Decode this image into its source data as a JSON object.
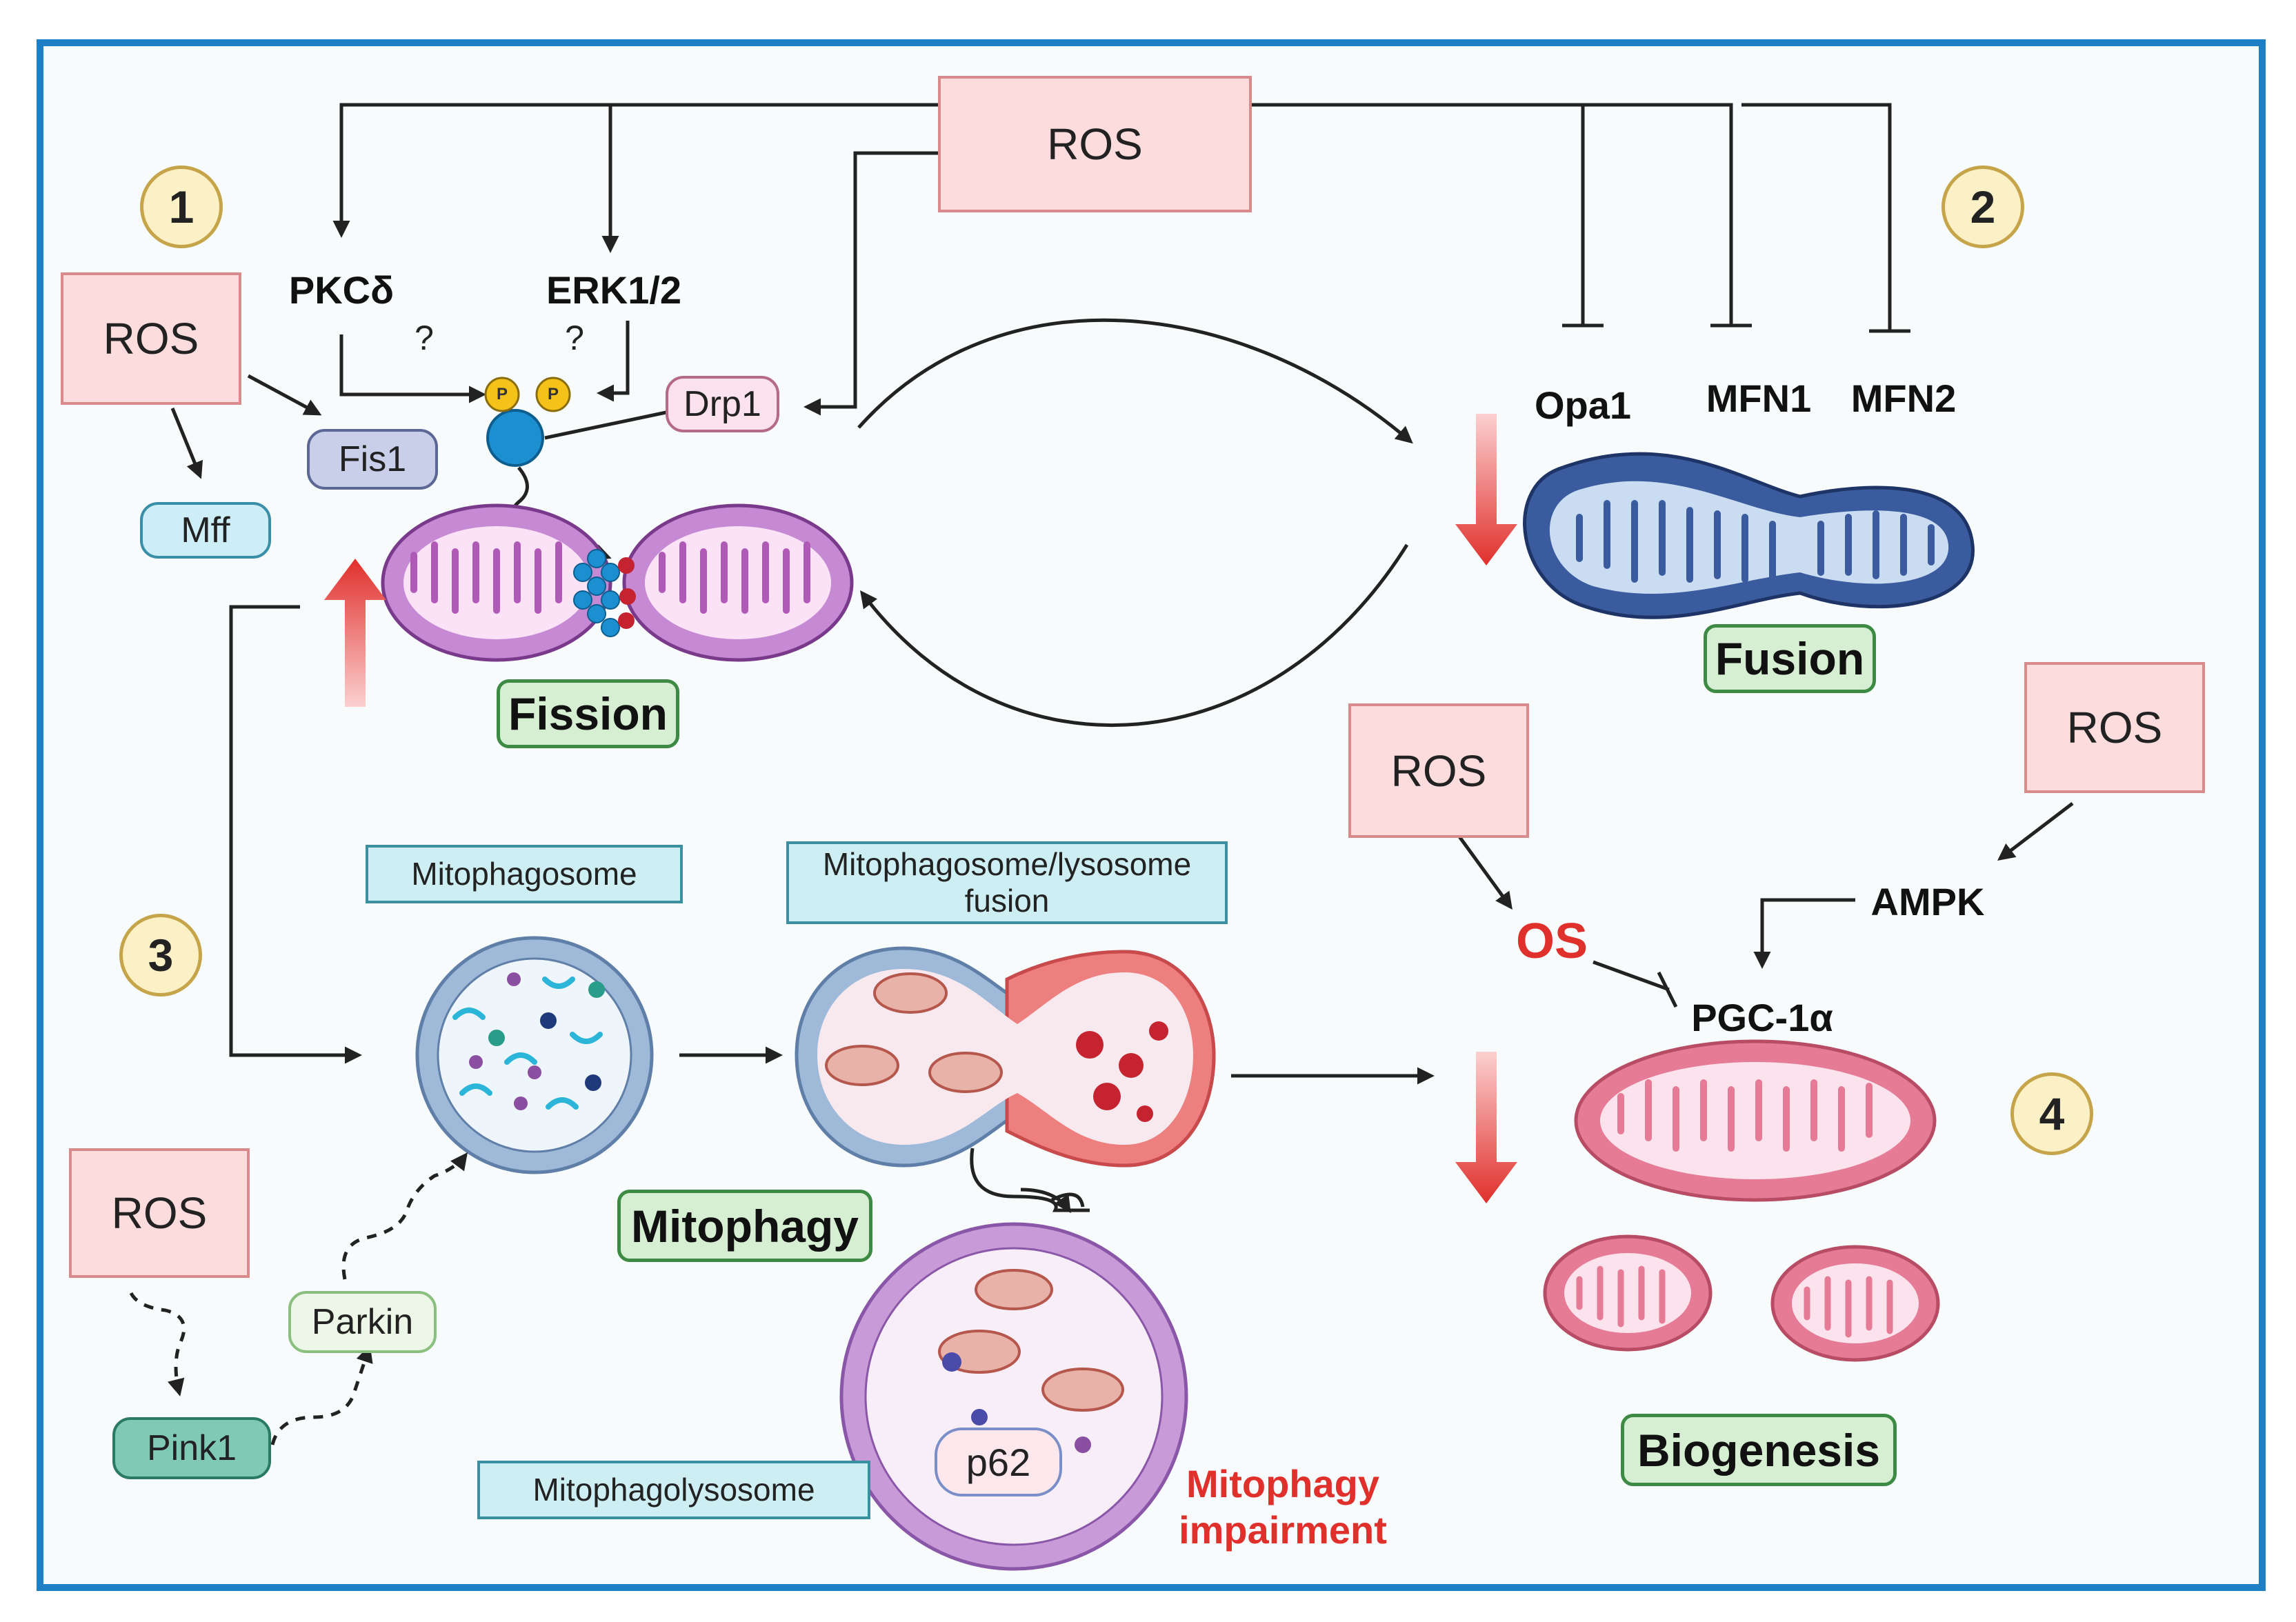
{
  "ros_label": "ROS",
  "numbers": [
    "1",
    "2",
    "3",
    "4"
  ],
  "question": "?",
  "phosphate": "P",
  "section1": {
    "pkc": "PKCδ",
    "erk": "ERK1/2",
    "drp1": "Drp1",
    "fis1": "Fis1",
    "mff": "Mff",
    "title": "Fission"
  },
  "section2": {
    "opa1": "Opa1",
    "mfn1": "MFN1",
    "mfn2": "MFN2",
    "title": "Fusion"
  },
  "section3": {
    "mitophagosome": "Mitophagosome",
    "fusion_label": "Mitophagosome/lysosome fusion",
    "title": "Mitophagy",
    "mitophagolysosome": "Mitophagolysosome",
    "p62": "p62",
    "impairment": "Mitophagy impairment",
    "pink1": "Pink1",
    "parkin": "Parkin"
  },
  "section4": {
    "os": "OS",
    "ampk": "AMPK",
    "pgc": "PGC-1α",
    "title": "Biogenesis"
  },
  "colors": {
    "frame": "#1f7fc4",
    "ros_fill": "#fcdcdc",
    "ros_border": "#d98a8a",
    "title_fill": "#d6efd2",
    "title_border": "#3c8a43",
    "red_arrow": "#e0302c",
    "fission_mito": "#a24fb0",
    "fusion_mito": "#2f4f8f",
    "biogenesis_mito": "#e57b95"
  }
}
